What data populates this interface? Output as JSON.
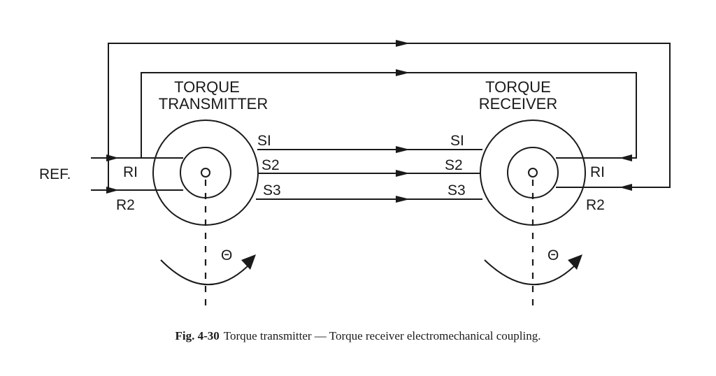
{
  "transmitter": {
    "title_line1": "TORQUE",
    "title_line2": "TRANSMITTER",
    "rotor_terminals": [
      "RI",
      "R2"
    ],
    "stator_terminals": [
      "SI",
      "S2",
      "S3"
    ]
  },
  "receiver": {
    "title_line1": "TORQUE",
    "title_line2": "RECEIVER",
    "rotor_terminals": [
      "RI",
      "R2"
    ],
    "stator_terminals": [
      "SI",
      "S2",
      "S3"
    ]
  },
  "ref_label": "REF.",
  "angle_symbol": "Θ",
  "caption": {
    "number": "Fig. 4-30",
    "text": "Torque transmitter — Torque receiver electromechanical coupling."
  }
}
